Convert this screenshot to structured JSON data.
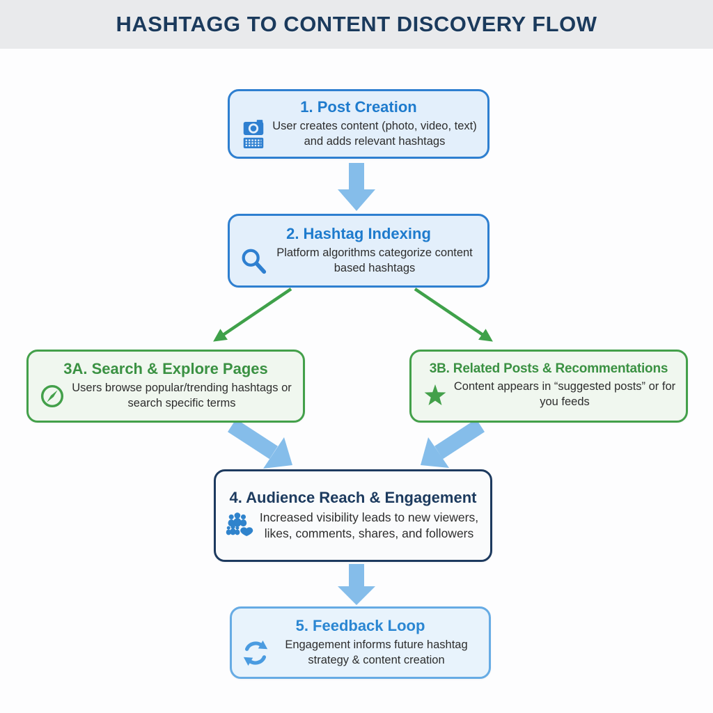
{
  "header": {
    "title": "HASHTAGG TO CONTENT DISCOVERY FLOW"
  },
  "colors": {
    "header_bg": "#e9eaec",
    "header_text": "#1b3a5c",
    "blue_border": "#2e7fd0",
    "blue_heading": "#1e7bcd",
    "blue_box_bg": "#e3effb",
    "green_border": "#43a04a",
    "green_heading": "#3a9142",
    "green_box_bg": "#f0f7ef",
    "navy_border": "#1d3a5f",
    "navy_heading": "#1c3a5e",
    "lightblue_border": "#66abe4",
    "flow_arrow_blue": "#85bdea",
    "flow_arrow_green": "#3fa14a",
    "icon_blue": "#2e7fd0"
  },
  "flow": {
    "boxes": [
      {
        "id": "post-creation",
        "title": "1. Post Creation",
        "description": "User creates content (photo, video, text) and adds relevant hashtags",
        "icon": "camera-keyboard-icon",
        "theme": "blue"
      },
      {
        "id": "hashtag-indexing",
        "title": "2. Hashtag Indexing",
        "description": "Platform algorithms categorize content based hashtags",
        "icon": "search-icon",
        "theme": "blue"
      },
      {
        "id": "search-explore-pages",
        "title": "3A. Search & Explore Pages",
        "description": "Users browse popular/trending hashtags or search specific terms",
        "icon": "compass-icon",
        "theme": "green"
      },
      {
        "id": "related-posts-recommendations",
        "title": "3B. Related Posts & Recommentations",
        "description": "Content appears in “suggested posts” or for you feeds",
        "icon": "star-icon",
        "theme": "green"
      },
      {
        "id": "audience-reach-engagement",
        "title": "4. Audience Reach & Engagement",
        "description": "Increased visibility leads to new viewers, likes, comments, shares, and followers",
        "icon": "audience-heart-icon",
        "theme": "navy"
      },
      {
        "id": "feedback-loop",
        "title": "5. Feedback Loop",
        "description": "Engagement informs future hashtag strategy & content creation",
        "icon": "refresh-icon",
        "theme": "lightblue"
      }
    ]
  }
}
